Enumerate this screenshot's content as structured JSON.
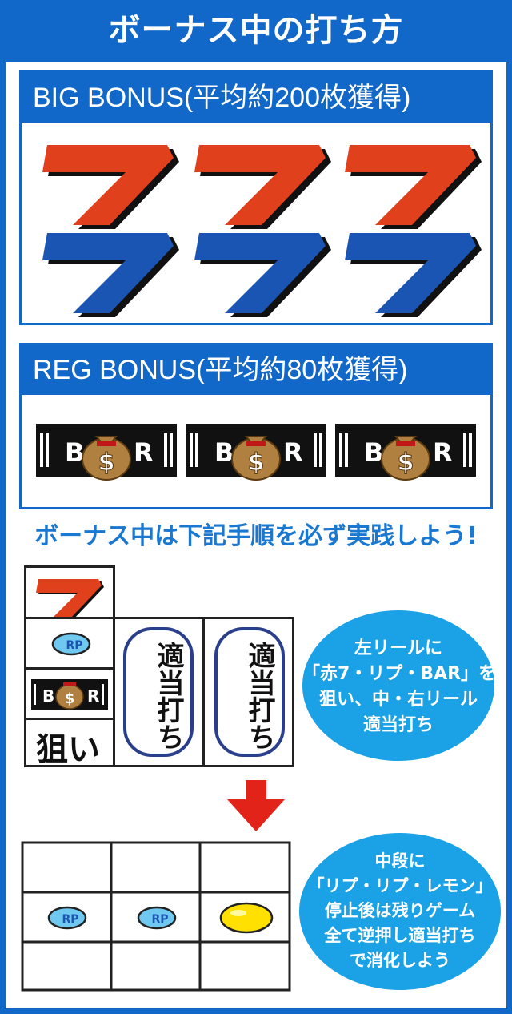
{
  "title": "ボーナス中の打ち方",
  "big_bonus": {
    "label": "BIG BONUS(平均約200枚獲得)"
  },
  "reg_bonus": {
    "label": "REG BONUS(平均約80枚獲得)"
  },
  "instruction": "ボーナス中は下記手順を必ず実践しよう!",
  "step1": {
    "target_label": "狙い",
    "reel_center": "適当打ち",
    "reel_right": "適当打ち",
    "bubble_lines": [
      "左リールに",
      "「赤7・リプ・BAR」を",
      "狙い、中・右リール",
      "適当打ち"
    ]
  },
  "step2": {
    "bubble_lines": [
      "中段に",
      "「リプ・リプ・レモン」",
      "停止後は残りゲーム",
      "全て逆押し適当打ち",
      "で消化しよう"
    ]
  },
  "symbols": {
    "replay": "RP",
    "bar_letters": [
      "B",
      "R"
    ],
    "dollar": "$"
  },
  "colors": {
    "brand_blue": "#1268c8",
    "bubble_blue": "#1aa1e6",
    "seven_red": "#e0401c",
    "seven_blue": "#1b55b4",
    "arrow_red": "#e2231a",
    "lemon": "#ffe000"
  }
}
